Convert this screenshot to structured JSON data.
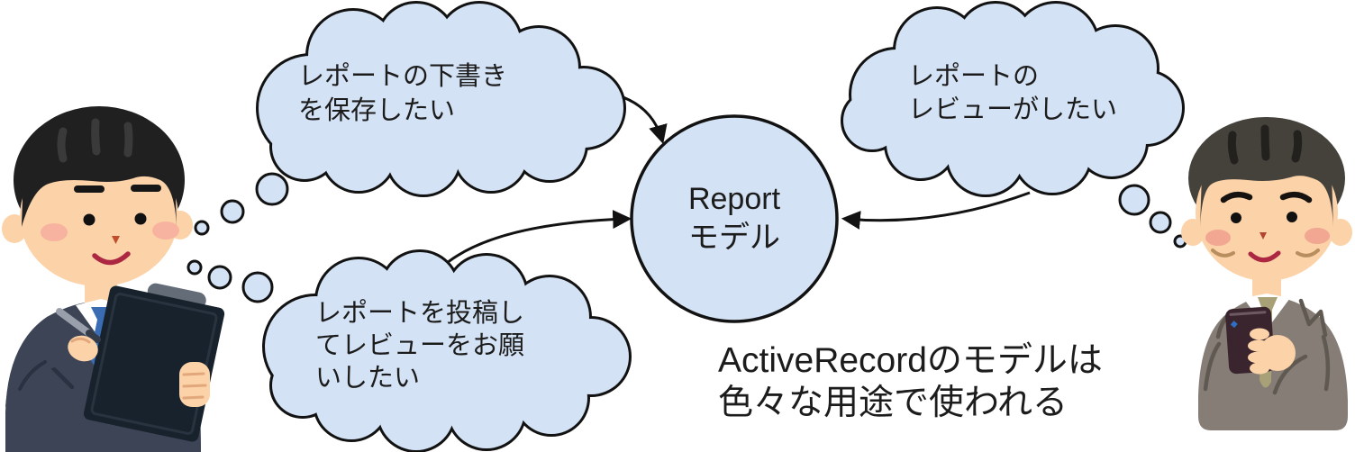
{
  "thought_bubbles": {
    "save_draft": "レポートの下書き\nを保存したい",
    "submit_review": "レポートを投稿し\nてレビューをお願\nいしたい",
    "do_review": "レポートの\nレビューがしたい"
  },
  "model_node": "Report\nモデル",
  "caption": "ActiveRecordのモデルは\n色々な用途で使われる",
  "figures": {
    "left": "businessman-writing-report-on-clipboard",
    "right": "businessman-reviewing-on-phone"
  },
  "colors": {
    "bubble_fill": "#d3e2f4",
    "outline": "#121212",
    "text": "#1c1c1c"
  }
}
